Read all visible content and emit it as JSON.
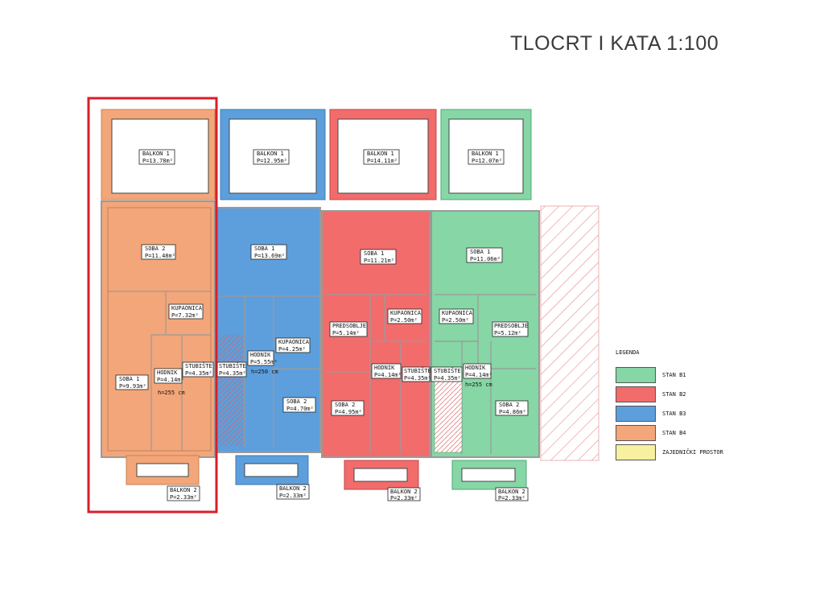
{
  "title": "TLOCRT I KATA 1:100",
  "colors": {
    "stan_b1": "#86d6a6",
    "stan_b2": "#f26c6c",
    "stan_b3": "#5d9fdc",
    "stan_b4": "#f3a679",
    "zajednicki": "#f6f0a0",
    "highlight": "#d91e2a"
  },
  "units": {
    "b4": {
      "balkon1": {
        "name": "BALKON 1",
        "area": "P=13.78m²"
      },
      "soba2": {
        "name": "SOBA 2",
        "area": "P=11.48m²"
      },
      "kupaonica": {
        "name": "KUPAONICA",
        "area": "P=7.32m²"
      },
      "soba1": {
        "name": "SOBA 1",
        "area": "P=9.93m²"
      },
      "hodnik": {
        "name": "HODNIK",
        "area": "P=4.14m²",
        "height": "h=255 cm"
      },
      "stubiste": {
        "name": "STUBIŠTE",
        "area": "P=4.35m²"
      },
      "balkon2": {
        "name": "BALKON 2",
        "area": "P=2.33m²"
      }
    },
    "b3": {
      "balkon1": {
        "name": "BALKON 1",
        "area": "P=12.95m²"
      },
      "soba1": {
        "name": "SOBA 1",
        "area": "P=13.69m²"
      },
      "stubiste": {
        "name": "STUBIŠTE",
        "area": "P=4.35m²"
      },
      "hodnik": {
        "name": "HODNIK",
        "area": "P=5.55m²",
        "height": "h=250 cm"
      },
      "kupaonica": {
        "name": "KUPAONICA",
        "area": "P=4.25m²"
      },
      "soba2": {
        "name": "SOBA 2",
        "area": "P=4.70m²"
      },
      "balkon2": {
        "name": "BALKON 2",
        "area": "P=2.33m²"
      }
    },
    "b2": {
      "balkon1": {
        "name": "BALKON 1",
        "area": "P=14.11m²"
      },
      "soba1": {
        "name": "SOBA 1",
        "area": "P=11.21m²"
      },
      "predsoblje": {
        "name": "PREDSOBLJE",
        "area": "P=5.14m²"
      },
      "kupaonica": {
        "name": "KUPAONICA",
        "area": "P=2.50m²"
      },
      "hodnik": {
        "name": "HODNIK",
        "area": "P=4.14m²"
      },
      "stubiste": {
        "name": "STUBIŠTE",
        "area": "P=4.35m²"
      },
      "soba2": {
        "name": "SOBA 2",
        "area": "P=4.95m²"
      },
      "balkon2": {
        "name": "BALKON 2",
        "area": "P=2.33m²"
      }
    },
    "b1": {
      "balkon1": {
        "name": "BALKON 1",
        "area": "P=12.07m²"
      },
      "soba1": {
        "name": "SOBA 1",
        "area": "P=11.06m²"
      },
      "kupaonica": {
        "name": "KUPAONICA",
        "area": "P=2.50m²"
      },
      "predsoblje": {
        "name": "PREDSOBLJE",
        "area": "P=5.12m²"
      },
      "stubiste": {
        "name": "STUBIŠTE",
        "area": "P=4.35m²"
      },
      "hodnik": {
        "name": "HODNIK",
        "area": "P=4.14m²",
        "height": "h=255 cm"
      },
      "soba2": {
        "name": "SOBA 2",
        "area": "P=4.86m²"
      },
      "balkon2": {
        "name": "BALKON 2",
        "area": "P=2.33m²"
      }
    }
  },
  "legend": {
    "title": "LEGENDA",
    "items": [
      {
        "label": "STAN B1",
        "color": "#86d6a6"
      },
      {
        "label": "STAN B2",
        "color": "#f26c6c"
      },
      {
        "label": "STAN B3",
        "color": "#5d9fdc"
      },
      {
        "label": "STAN B4",
        "color": "#f3a679"
      },
      {
        "label": "ZAJEDNIČKI PROSTOR",
        "color": "#f6f0a0"
      }
    ]
  }
}
